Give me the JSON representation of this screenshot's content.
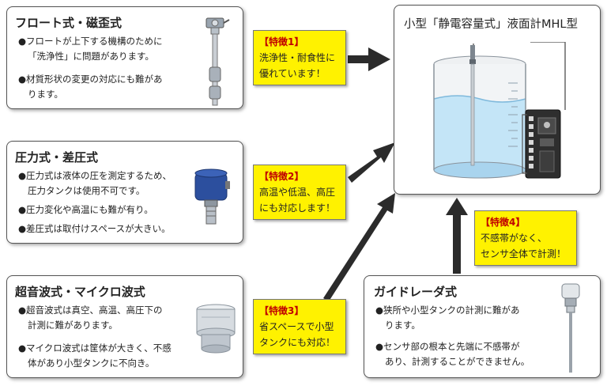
{
  "float_panel": {
    "title": "フロート式・磁歪式",
    "bullets": [
      [
        "●フロートが上下する機構のために",
        "「洗浄性」に問題があります。"
      ],
      [
        "●材質形状の変更の対応にも難があ",
        "ります。"
      ]
    ]
  },
  "pressure_panel": {
    "title": "圧力式・差圧式",
    "bullets": [
      [
        "●圧力式は液体の圧を測定するため、",
        "圧力タンクは使用不可です。"
      ],
      [
        "●圧力変化や高温にも難が有り。"
      ],
      [
        "●差圧式は取付けスペースが大きい。"
      ]
    ]
  },
  "ultrasonic_panel": {
    "title": "超音波式・マイクロ波式",
    "bullets": [
      [
        "●超音波式は真空、高温、高圧下の",
        "計測に難があります。"
      ],
      [
        "●マイクロ波式は筐体が大きく、不感",
        "体があり小型タンクに不向き。"
      ]
    ]
  },
  "guide_panel": {
    "title": "ガイドレーダ式",
    "bullets": [
      [
        "●狭所や小型タンクの計測に難があ",
        "ります。"
      ],
      [
        "●センサ部の根本と先端に不感帯が",
        "あり、計測することができません。"
      ]
    ]
  },
  "product_panel": {
    "title": "小型「静電容量式」液面計MHL型"
  },
  "features": [
    {
      "tag": "【特徴1】",
      "lines": [
        "洗浄性・耐食性に",
        "優れています！"
      ]
    },
    {
      "tag": "【特徴2】",
      "lines": [
        "高温や低温、高圧",
        "にも対応します！"
      ]
    },
    {
      "tag": "【特徴3】",
      "lines": [
        "省スペースで小型",
        "タンクにも対応！"
      ]
    },
    {
      "tag": "【特徴4】",
      "lines": [
        "不感帯がなく、",
        "センサ全体で計測！"
      ]
    }
  ],
  "colors": {
    "highlight": "#fff200",
    "tag_text": "#c00000",
    "arrow": "#2b2b2b",
    "water": "#bfe3f7"
  },
  "icons": [
    "float-sensor-icon",
    "pressure-sensor-icon",
    "ultrasonic-sensor-icon",
    "guided-radar-sensor-icon",
    "capacitive-tank-icon",
    "controller-unit-icon"
  ]
}
